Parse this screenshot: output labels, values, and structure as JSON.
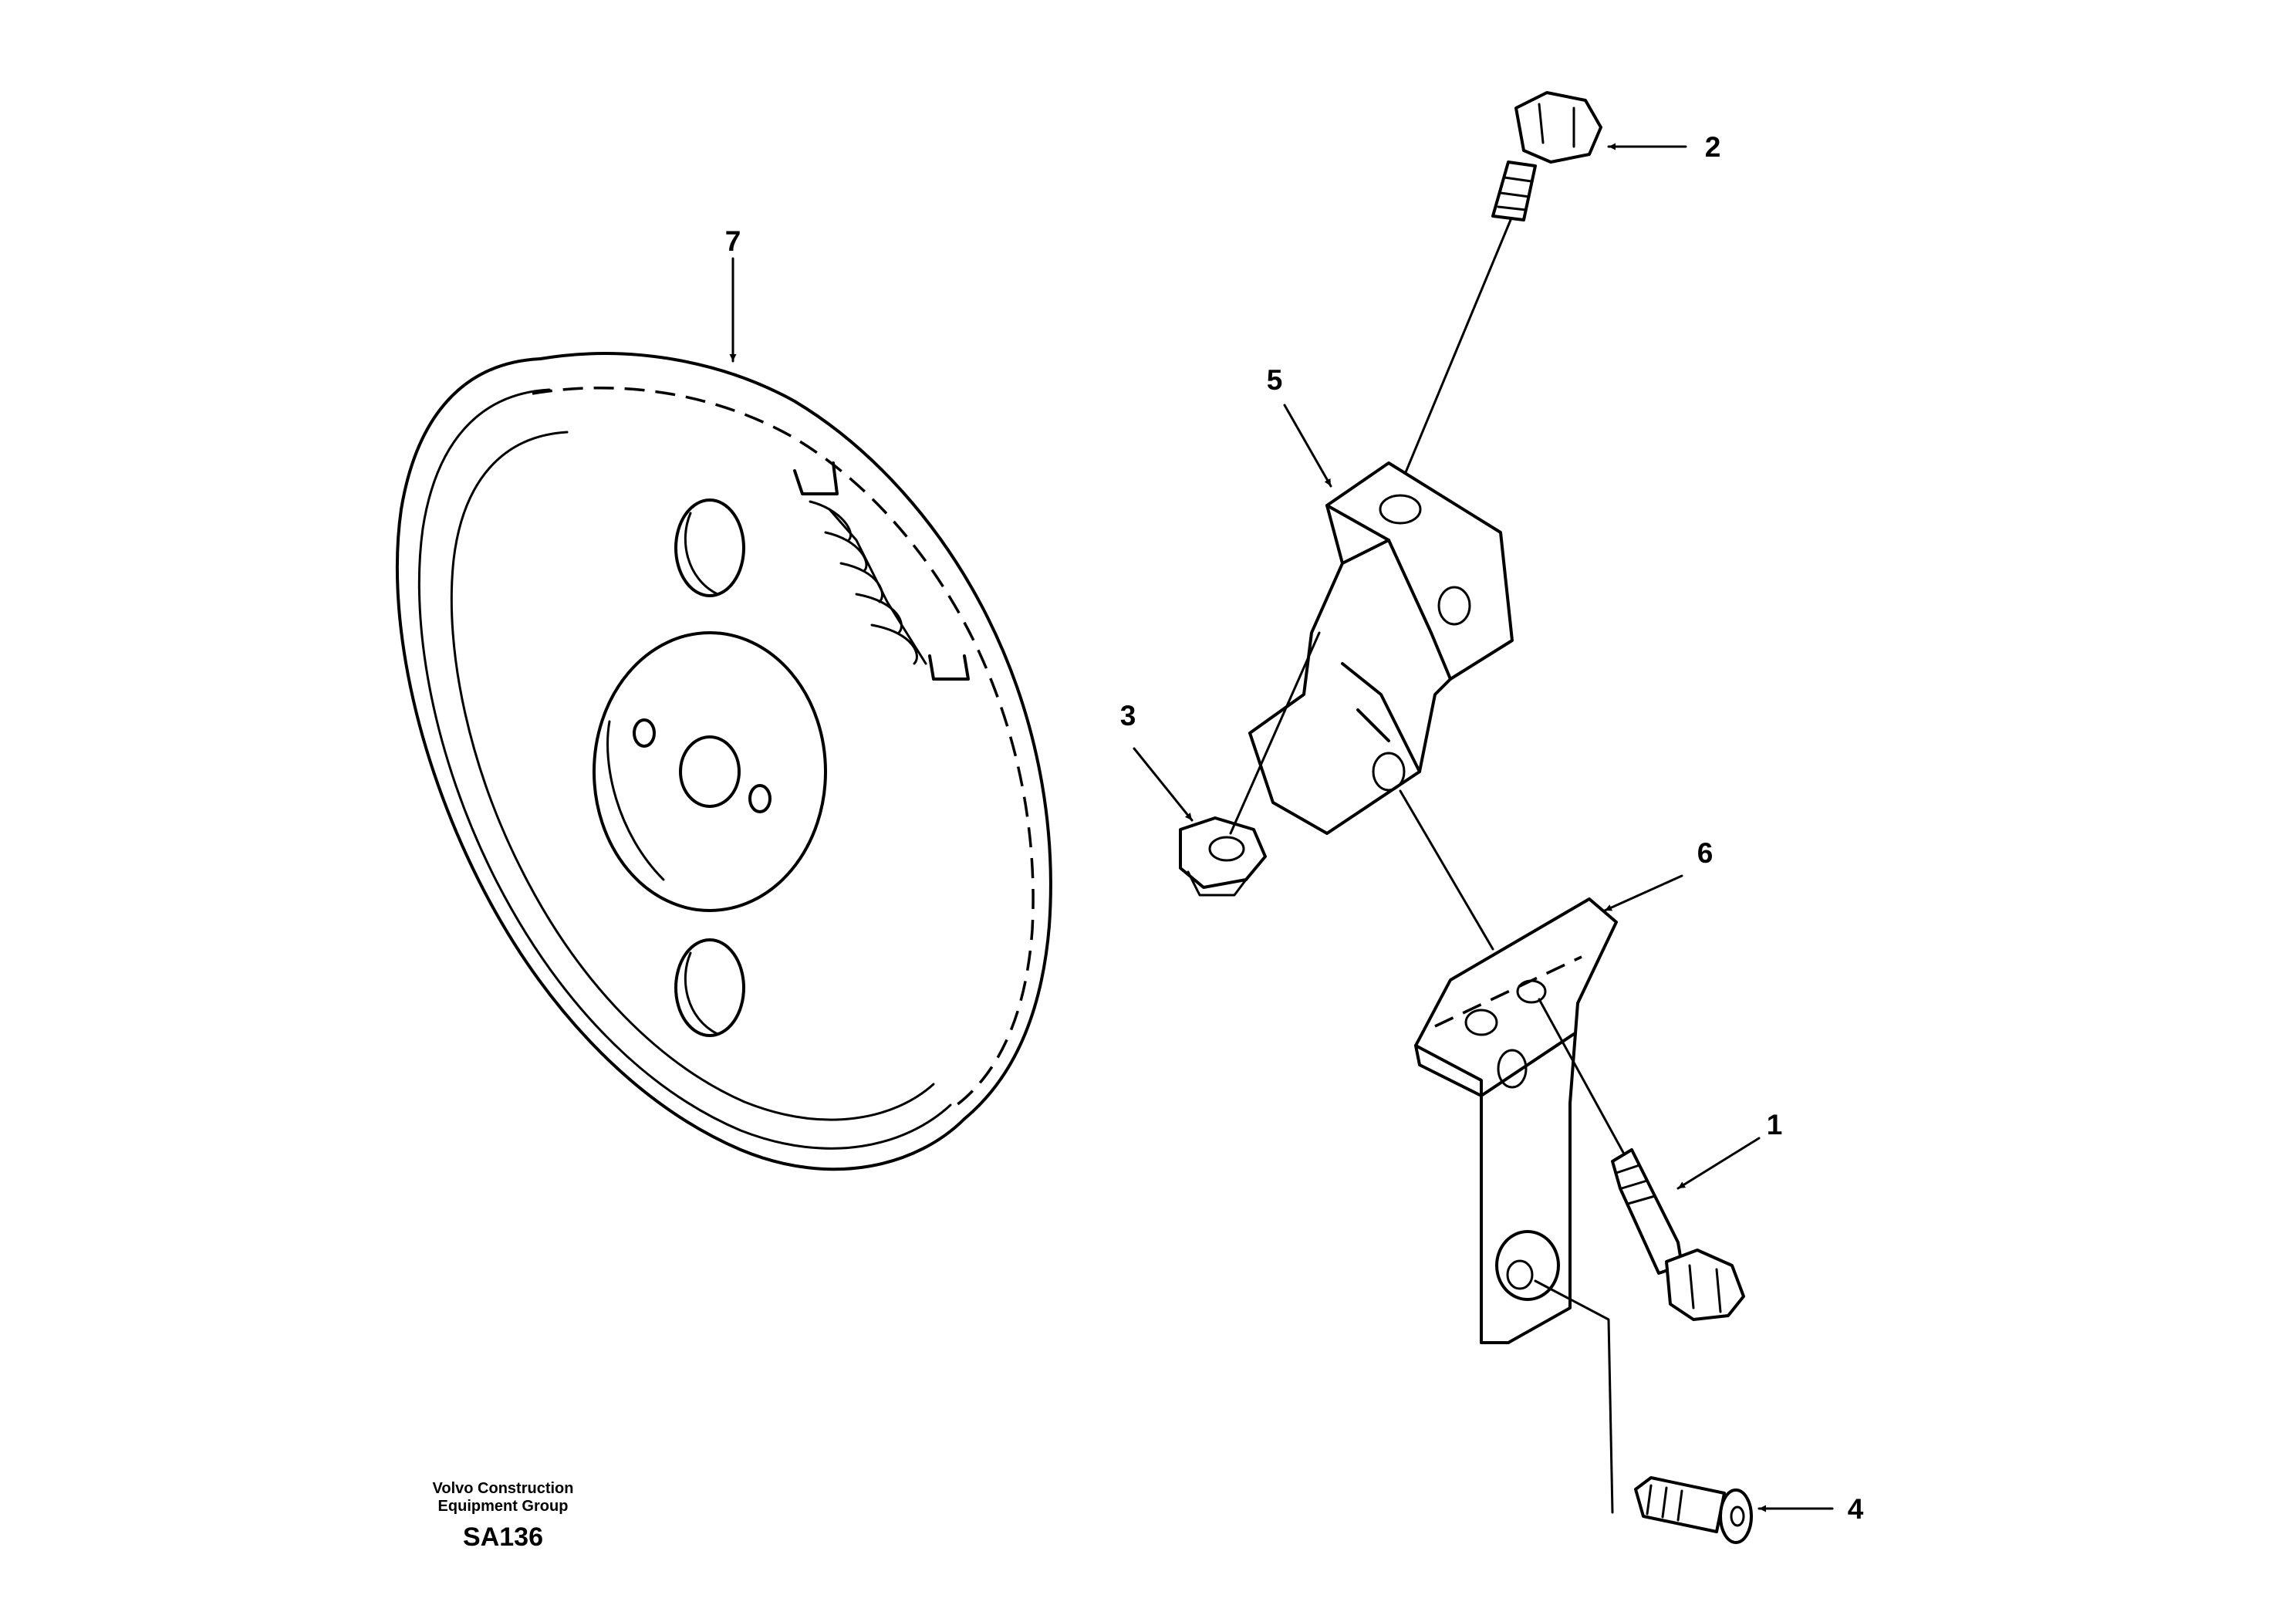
{
  "drawing": {
    "callouts": [
      {
        "id": "1",
        "label": "1"
      },
      {
        "id": "2",
        "label": "2"
      },
      {
        "id": "3",
        "label": "3"
      },
      {
        "id": "4",
        "label": "4"
      },
      {
        "id": "5",
        "label": "5"
      },
      {
        "id": "6",
        "label": "6"
      },
      {
        "id": "7",
        "label": "7"
      }
    ]
  },
  "footer": {
    "brand_line1": "Volvo Construction",
    "brand_line2": "Equipment Group",
    "code": "SA136"
  }
}
